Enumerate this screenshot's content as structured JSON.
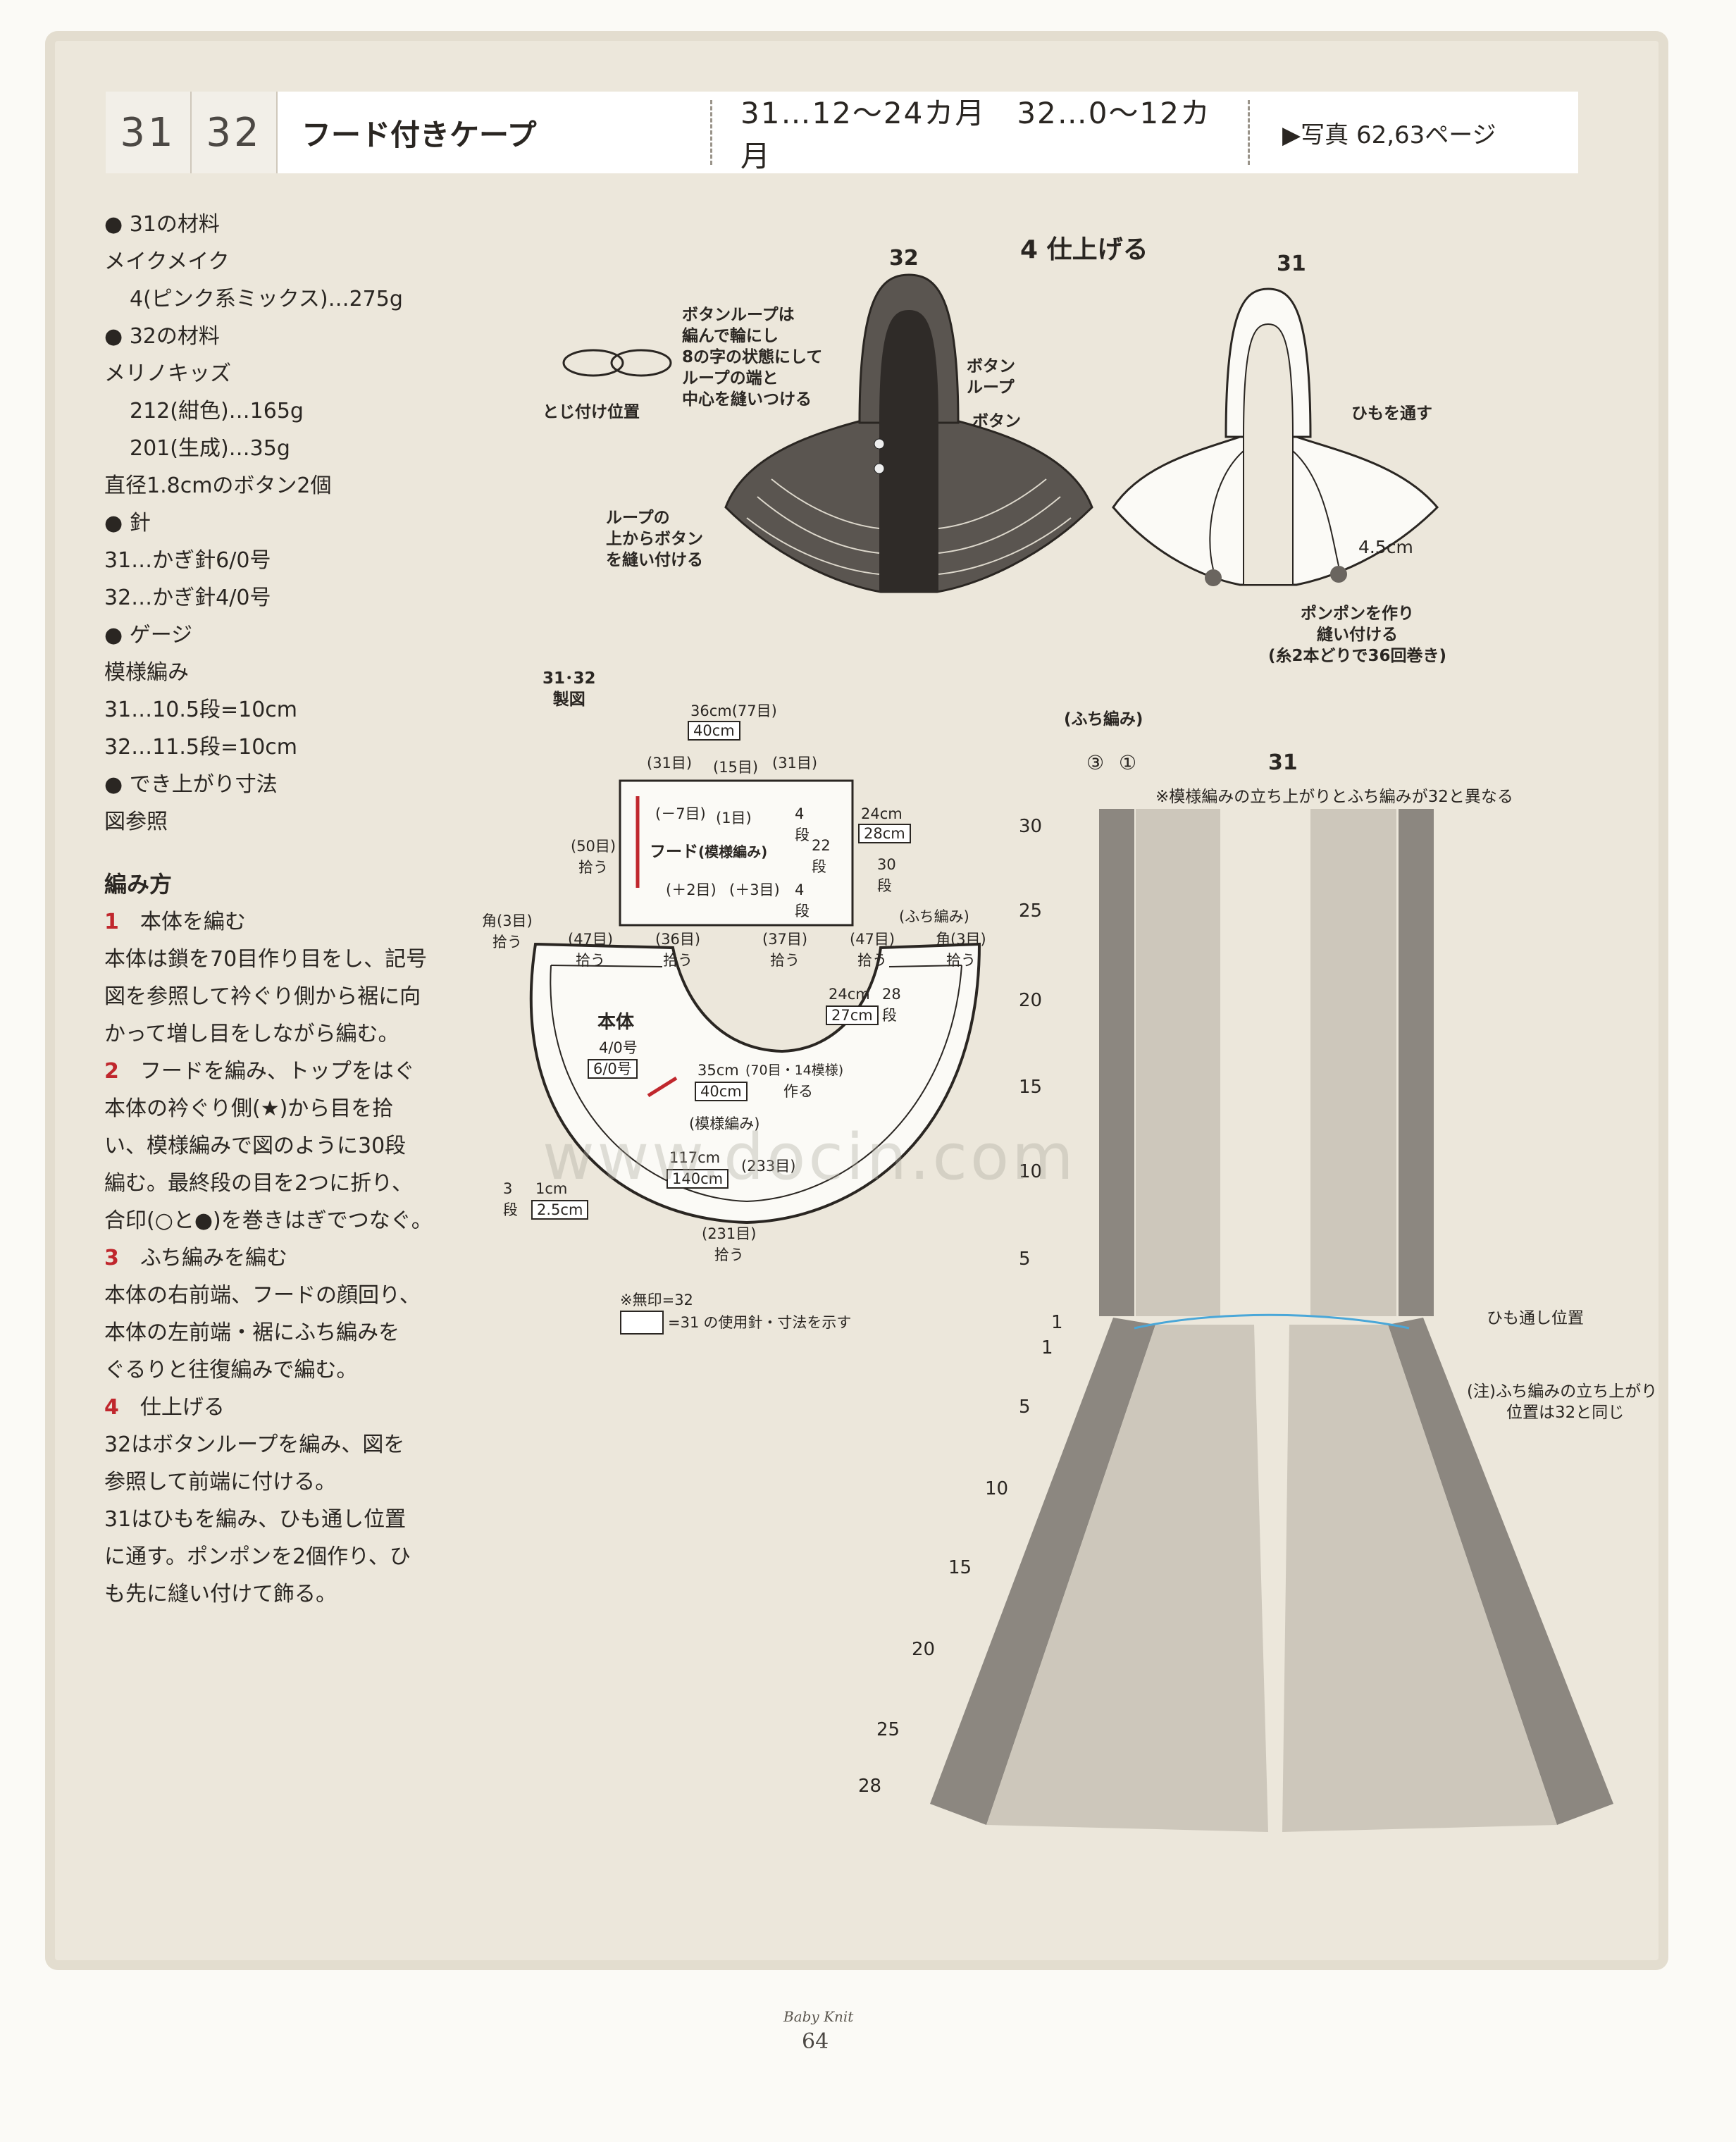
{
  "header": {
    "num_31": "31",
    "num_32": "32",
    "title": "フード付きケープ",
    "sizes": "31…12～24カ月　32…0～12カ月",
    "photo_ref": "▶写真 62,63ページ"
  },
  "materials": {
    "lines": [
      "● 31の材料",
      "メイクメイク",
      "4(ピンク系ミックス)…275g",
      "● 32の材料",
      "メリノキッズ",
      "212(紺色)…165g",
      "201(生成)…35g",
      "直径1.8cmのボタン2個",
      "● 針",
      "31…かぎ針6/0号",
      "32…かぎ針4/0号",
      "● ゲージ",
      "模様編み",
      "31…10.5段=10cm",
      "32…11.5段=10cm",
      "● でき上がり寸法",
      "図参照"
    ]
  },
  "instructions": {
    "title": "編み方",
    "steps": [
      {
        "num": "1",
        "heading": "本体を編む",
        "text": [
          "本体は鎖を70目作り目をし、記号",
          "図を参照して衿ぐり側から裾に向",
          "かって増し目をしながら編む。"
        ]
      },
      {
        "num": "2",
        "heading": "フードを編み、トップをはぐ",
        "text": [
          "本体の衿ぐり側(★)から目を拾",
          "い、模様編みで図のように30段",
          "編む。最終段の目を2つに折り、",
          "合印(○と●)を巻きはぎでつなぐ。"
        ]
      },
      {
        "num": "3",
        "heading": "ふち編みを編む",
        "text": [
          "本体の右前端、フードの顔回り、",
          "本体の左前端・裾にふち編みを",
          "ぐるりと往復編みで編む。"
        ]
      },
      {
        "num": "4",
        "heading": "仕上げる",
        "text": [
          "32はボタンループを編み、図を",
          "参照して前端に付ける。",
          "31はひもを編み、ひも通し位置",
          "に通す。ポンポンを2個作り、ひ",
          "も先に縫い付けて飾る。"
        ]
      }
    ]
  },
  "finish": {
    "title_num": "4",
    "title": "仕上げる",
    "label_32": "32",
    "label_31": "31",
    "loop_note": [
      "ボタンループは",
      "編んで輪にし",
      "8の字の状態にして",
      "ループの端と",
      "中心を縫いつける"
    ],
    "attach_pos": "とじ付け位置",
    "button_loop": [
      "ボタン",
      "ループ"
    ],
    "button": "ボタン",
    "sew_button": [
      "ループの",
      "上からボタン",
      "を縫い付ける"
    ],
    "thread_cord": "ひもを通す",
    "pompom_size": "4.5cm",
    "pompom_note": [
      "ポンポンを作り",
      "縫い付ける",
      "(糸2本どりで36回巻き)"
    ]
  },
  "schematic": {
    "title": [
      "31･32",
      "製図"
    ],
    "top_width": "36cm(77目)",
    "top_width_31": "40cm",
    "hood_top_left": "(31目)",
    "hood_top_mid": "(15目)",
    "hood_top_right": "(31目)",
    "minus7": "(－7目)",
    "one": "(1目)",
    "hood_label": "フード",
    "hood_pattern": "(模様編み)",
    "plus2": "(＋2目)",
    "plus3": "(＋3目)",
    "rows_4a": "4段",
    "rows_22": "22段",
    "rows_4b": "4段",
    "hood_h": "24cm",
    "hood_h_31": "28cm",
    "hood_rows": "30段",
    "pick_50": "(50目)",
    "pick": "拾う",
    "edging": "(ふち編み)",
    "corner_l": "角(3目)",
    "corner_r": "角(3目)",
    "pick_47l": "(47目)",
    "pick_36": "(36目)",
    "pick_37": "(37目)",
    "pick_47r": "(47目)",
    "front_w": "24cm",
    "front_w_31": "27cm",
    "front_rows": "28段",
    "body_label": "本体",
    "needle_32": "4/0号",
    "needle_31": "6/0号",
    "neck": "35cm",
    "neck_31": "40cm",
    "neck_chain": "(70目・14模様)",
    "make": "作る",
    "body_pattern": "(模様編み)",
    "hem": "117cm",
    "hem_31": "140cm",
    "hem_sts": "(233目)",
    "edge_w": "1cm",
    "edge_w_31": "2.5cm",
    "edge_rows": "3段",
    "hem_pick": "(231目)",
    "legend_1": "※無印=32",
    "legend_2": "=31",
    "legend_3": "の使用針・寸法を示す"
  },
  "chart": {
    "edging_label": "(ふち編み)",
    "row_marks_top": [
      "③",
      "①"
    ],
    "label_31": "31",
    "note": "※模様編みの立ち上がりとふち編みが32と異なる",
    "hood_rows": [
      "30",
      "25",
      "20",
      "15",
      "10",
      "5",
      "1"
    ],
    "body_rows": [
      "1",
      "5",
      "10",
      "15",
      "20",
      "25",
      "28"
    ],
    "cord_pos": "ひも通し位置",
    "note2": [
      "(注)ふち編みの立ち上がり",
      "位置は32と同じ"
    ]
  },
  "footer": {
    "magazine": "Baby Knit",
    "page": "64"
  },
  "watermark": "www.docin.com"
}
